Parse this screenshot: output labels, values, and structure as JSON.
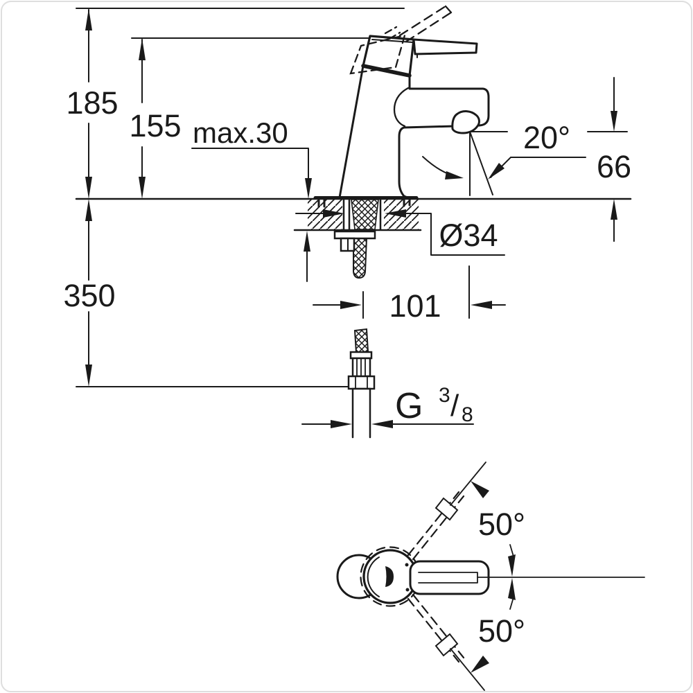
{
  "drawing_labels": {
    "total_height": "185",
    "body_height": "155",
    "deck_thickness": "max.30",
    "spout_angle": "20°",
    "outlet_height": "66",
    "hole_diameter": "Ø34",
    "hose_length": "350",
    "spout_reach": "101",
    "thread_g": "G",
    "thread_numerator": "3",
    "thread_slash": "/",
    "thread_denominator": "8",
    "swing_upper": "50°",
    "swing_lower": "50°"
  },
  "colors": {
    "line": "#1a1a1a",
    "background": "#ffffff"
  }
}
